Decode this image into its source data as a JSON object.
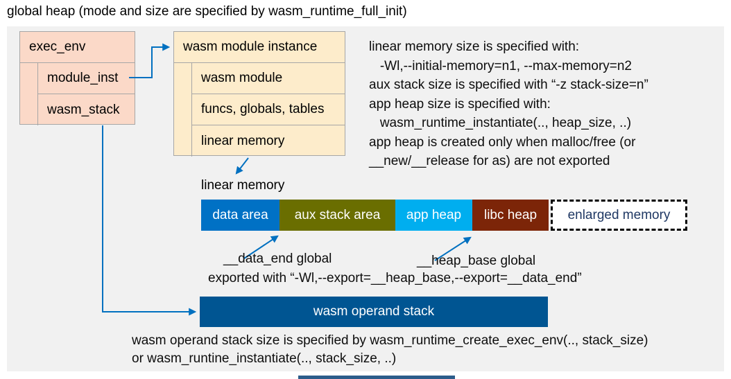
{
  "title": "global heap (mode and size are specified by wasm_runtime_full_init)",
  "exec_env_box": {
    "header": "exec_env",
    "rows": [
      "module_inst",
      "wasm_stack"
    ]
  },
  "module_instance_box": {
    "header": "wasm module instance",
    "rows": [
      "wasm module",
      "funcs, globals, tables",
      "linear memory"
    ]
  },
  "notes_right": {
    "lines": [
      "linear memory size is specified with:",
      "   -Wl,--initial-memory=n1, --max-memory=n2",
      "aux stack size is specified with “-z stack-size=n”",
      "app heap size is specified with:",
      "   wasm_runtime_instantiate(.., heap_size, ..)",
      "app heap is created only when malloc/free (or",
      "__new/__release for as) are not exported"
    ]
  },
  "linear_memory": {
    "label": "linear memory",
    "segments": [
      {
        "label": "data area",
        "color": "#0071c5"
      },
      {
        "label": "aux stack area",
        "color": "#6a6e00"
      },
      {
        "label": "app heap",
        "color": "#00aeef"
      },
      {
        "label": "libc heap",
        "color": "#7c2508"
      },
      {
        "label": "enlarged memory",
        "color": "#ffffff",
        "text_color": "#1f3864",
        "border": "dashed"
      }
    ]
  },
  "globals_annotation": {
    "data_end": "__data_end global",
    "heap_base": "__heap_base global",
    "exported": "exported with “-Wl,--export=__heap_base,--export=__data_end”"
  },
  "operand_stack": {
    "label": "wasm operand stack",
    "color": "#005592"
  },
  "notes_bottom": {
    "lines": [
      "wasm operand stack size is specified by wasm_runtime_create_exec_env(.., stack_size)",
      "or wasm_runtine_instantiate(.., stack_size, ..)"
    ]
  },
  "colors": {
    "panel_bg": "#f1f1f1",
    "exec_env_fill": "#fbd9c8",
    "module_instance_fill": "#fdeccb",
    "box_border": "#a6a6a6",
    "arrow_blue": "#0070c0",
    "data_area": "#0071c5",
    "aux_stack_area": "#6a6e00",
    "app_heap": "#00aeef",
    "libc_heap": "#7c2508",
    "enlarged_memory_text": "#1f3864",
    "operand_stack_fill": "#005592",
    "bottom_bar": "#2b5c8a"
  }
}
